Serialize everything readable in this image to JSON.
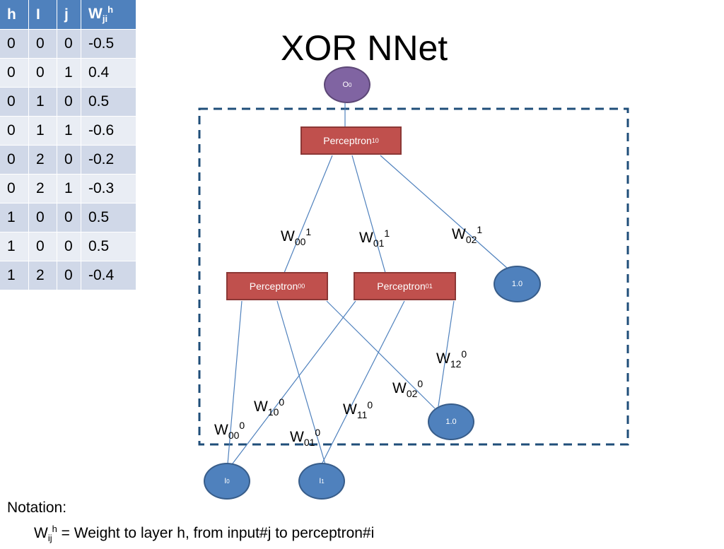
{
  "title": "XOR NNet",
  "table": {
    "headers": {
      "h": "h",
      "i": "I",
      "j": "j",
      "w_base": "W",
      "w_sub": "ji",
      "w_sup": "h"
    },
    "rows": [
      {
        "h": "0",
        "i": "0",
        "j": "0",
        "w": "-0.5"
      },
      {
        "h": "0",
        "i": "0",
        "j": "1",
        "w": "0.4"
      },
      {
        "h": "0",
        "i": "1",
        "j": "0",
        "w": "0.5"
      },
      {
        "h": "0",
        "i": "1",
        "j": "1",
        "w": "-0.6"
      },
      {
        "h": "0",
        "i": "2",
        "j": "0",
        "w": "-0.2"
      },
      {
        "h": "0",
        "i": "2",
        "j": "1",
        "w": "-0.3"
      },
      {
        "h": "1",
        "i": "0",
        "j": "0",
        "w": "0.5"
      },
      {
        "h": "1",
        "i": "0",
        "j": "0",
        "w": "0.5"
      },
      {
        "h": "1",
        "i": "2",
        "j": "0",
        "w": "-0.4"
      }
    ]
  },
  "nodes": {
    "output": {
      "base": "O",
      "sub": "0"
    },
    "p10": {
      "base": "Perceptron",
      "sub": "10"
    },
    "p00": {
      "base": "Perceptron",
      "sub": "00"
    },
    "p01": {
      "base": "Perceptron",
      "sub": "01"
    },
    "bias1": {
      "label": "1.0"
    },
    "bias0": {
      "label": "1.0"
    },
    "in0": {
      "base": "I",
      "sub": "0"
    },
    "in1": {
      "base": "I",
      "sub": "1"
    }
  },
  "weights": {
    "w00_1": {
      "base": "W",
      "sub": "00",
      "sup": "1"
    },
    "w01_1": {
      "base": "W",
      "sub": "01",
      "sup": "1"
    },
    "w02_1": {
      "base": "W",
      "sub": "02",
      "sup": "1"
    },
    "w12_0": {
      "base": "W",
      "sub": "12",
      "sup": "0"
    },
    "w02_0": {
      "base": "W",
      "sub": "02",
      "sup": "0"
    },
    "w10_0": {
      "base": "W",
      "sub": "10",
      "sup": "0"
    },
    "w11_0": {
      "base": "W",
      "sub": "11",
      "sup": "0"
    },
    "w00_0": {
      "base": "W",
      "sub": "00",
      "sup": "0"
    },
    "w01_0": {
      "base": "W",
      "sub": "01",
      "sup": "0"
    }
  },
  "notation": {
    "heading": "Notation:",
    "base": "W",
    "sub": "ij",
    "sup": "h",
    "definition": " = Weight to layer h, from input#j to perceptron#i"
  },
  "colors": {
    "table_header": "#4f81bd",
    "table_row_dark": "#d0d8e8",
    "table_row_light": "#e9edf4",
    "perceptron": "#c0504d",
    "node_blue": "#4f81bd",
    "node_purple": "#8064a2",
    "edge": "#4f81bd",
    "dashed_box": "#1f4e79"
  }
}
